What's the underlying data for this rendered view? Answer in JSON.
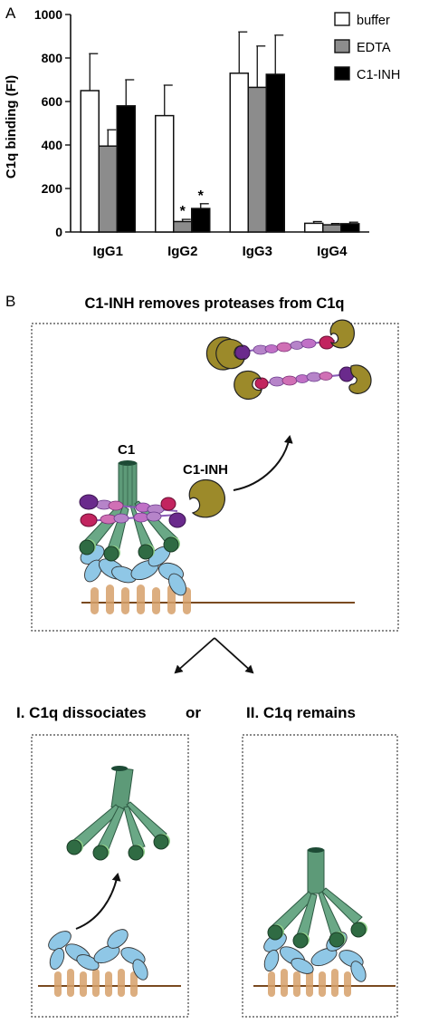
{
  "panel_a_label": "A",
  "panel_b_label": "B",
  "chart_data": {
    "type": "bar",
    "ylabel": "C1q binding (FI)",
    "ylim": [
      0,
      1000
    ],
    "yticks": [
      "0",
      "200",
      "400",
      "600",
      "800",
      "1000"
    ],
    "categories": [
      "IgG1",
      "IgG2",
      "IgG3",
      "IgG4"
    ],
    "legend_position": "top-right",
    "series": [
      {
        "name": "buffer",
        "color": "#ffffff",
        "values": [
          650,
          535,
          730,
          40
        ],
        "errors": [
          170,
          140,
          190,
          8
        ]
      },
      {
        "name": "EDTA",
        "color": "#8c8c8c",
        "values": [
          395,
          48,
          665,
          33
        ],
        "errors": [
          75,
          10,
          190,
          6
        ]
      },
      {
        "name": "C1-INH",
        "color": "#000000",
        "values": [
          580,
          108,
          725,
          38
        ],
        "errors": [
          120,
          22,
          180,
          7
        ]
      }
    ],
    "annotations": [
      {
        "text": "*",
        "category": "IgG2",
        "series": "EDTA"
      },
      {
        "text": "*",
        "category": "IgG2",
        "series": "C1-INH"
      }
    ]
  },
  "diagram": {
    "title": "C1-INH removes proteases from C1q",
    "c1_label": "C1",
    "c1inh_label": "C1-INH",
    "outcome_1": "I. C1q dissociates",
    "or_label": "or",
    "outcome_2": "II. C1q remains"
  }
}
